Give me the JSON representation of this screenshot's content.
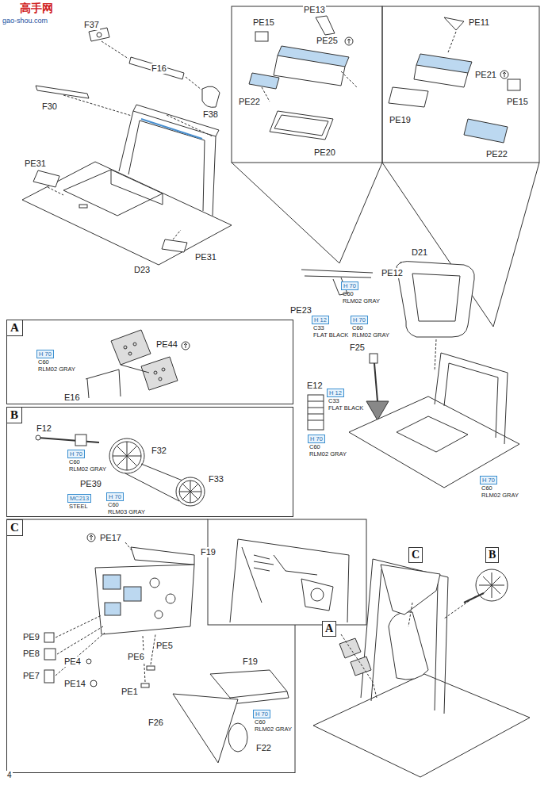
{
  "diagram": {
    "nodes": [
      {
        "text": [
          "H 70",
          "C60",
          "RLM02 GRAY"
        ]
      },
      {
        "text": [
          "H 12",
          "C33",
          "FLAT BLACK"
        ]
      },
      {
        "text": [
          "H 70",
          "C60",
          "RLM02 GRAY"
        ]
      },
      {
        "text": [
          "H 12",
          "C33",
          "FLAT BLACK"
        ]
      },
      {
        "text": [
          "H 70",
          "C60",
          "RLM02 GRAY"
        ]
      },
      {
        "text": [
          "A"
        ]
      },
      {
        "text": [
          "H 70",
          "C60",
          "RLM02 GRAY"
        ],
        "in": 5
      },
      {
        "text": [
          "H 70",
          "C60",
          "RLM02 GRAY"
        ]
      },
      {
        "text": [
          "B"
        ]
      },
      {
        "text": [
          "H 70",
          "C60",
          "RLM02 GRAY"
        ],
        "in": 8
      },
      {
        "text": [
          "MC213",
          "STEEL"
        ],
        "in": 8
      },
      {
        "text": [
          "H 70",
          "C60",
          "RLM03 GRAY"
        ],
        "in": 8
      },
      {
        "text": [
          "C"
        ]
      },
      {
        "text": [
          "H 70",
          "C60",
          "RLM02 GRAY"
        ],
        "in": 12
      },
      {
        "text": [
          "C"
        ]
      },
      {
        "text": [
          "B"
        ]
      },
      {
        "text": [
          "A"
        ]
      }
    ],
    "labels": [
      "高手网",
      "gao-shou.com",
      "F37",
      "F16",
      "F30",
      "F38",
      "PE31",
      "D23",
      "PE31",
      "PE15",
      "PE13",
      "PE25",
      "PE22",
      "PE20",
      "PE11",
      "PE21",
      "PE15",
      "PE19",
      "PE22",
      "PE12",
      "PE23",
      "D21",
      "F25",
      "E12",
      "PE44",
      "E16",
      "F12",
      "F32",
      "F33",
      "PE39",
      "PE17",
      "F19",
      "PE9",
      "PE8",
      "PE7",
      "PE4",
      "PE14",
      "PE6",
      "PE5",
      "PE1",
      "F19",
      "F26",
      "F22",
      "4"
    ]
  }
}
